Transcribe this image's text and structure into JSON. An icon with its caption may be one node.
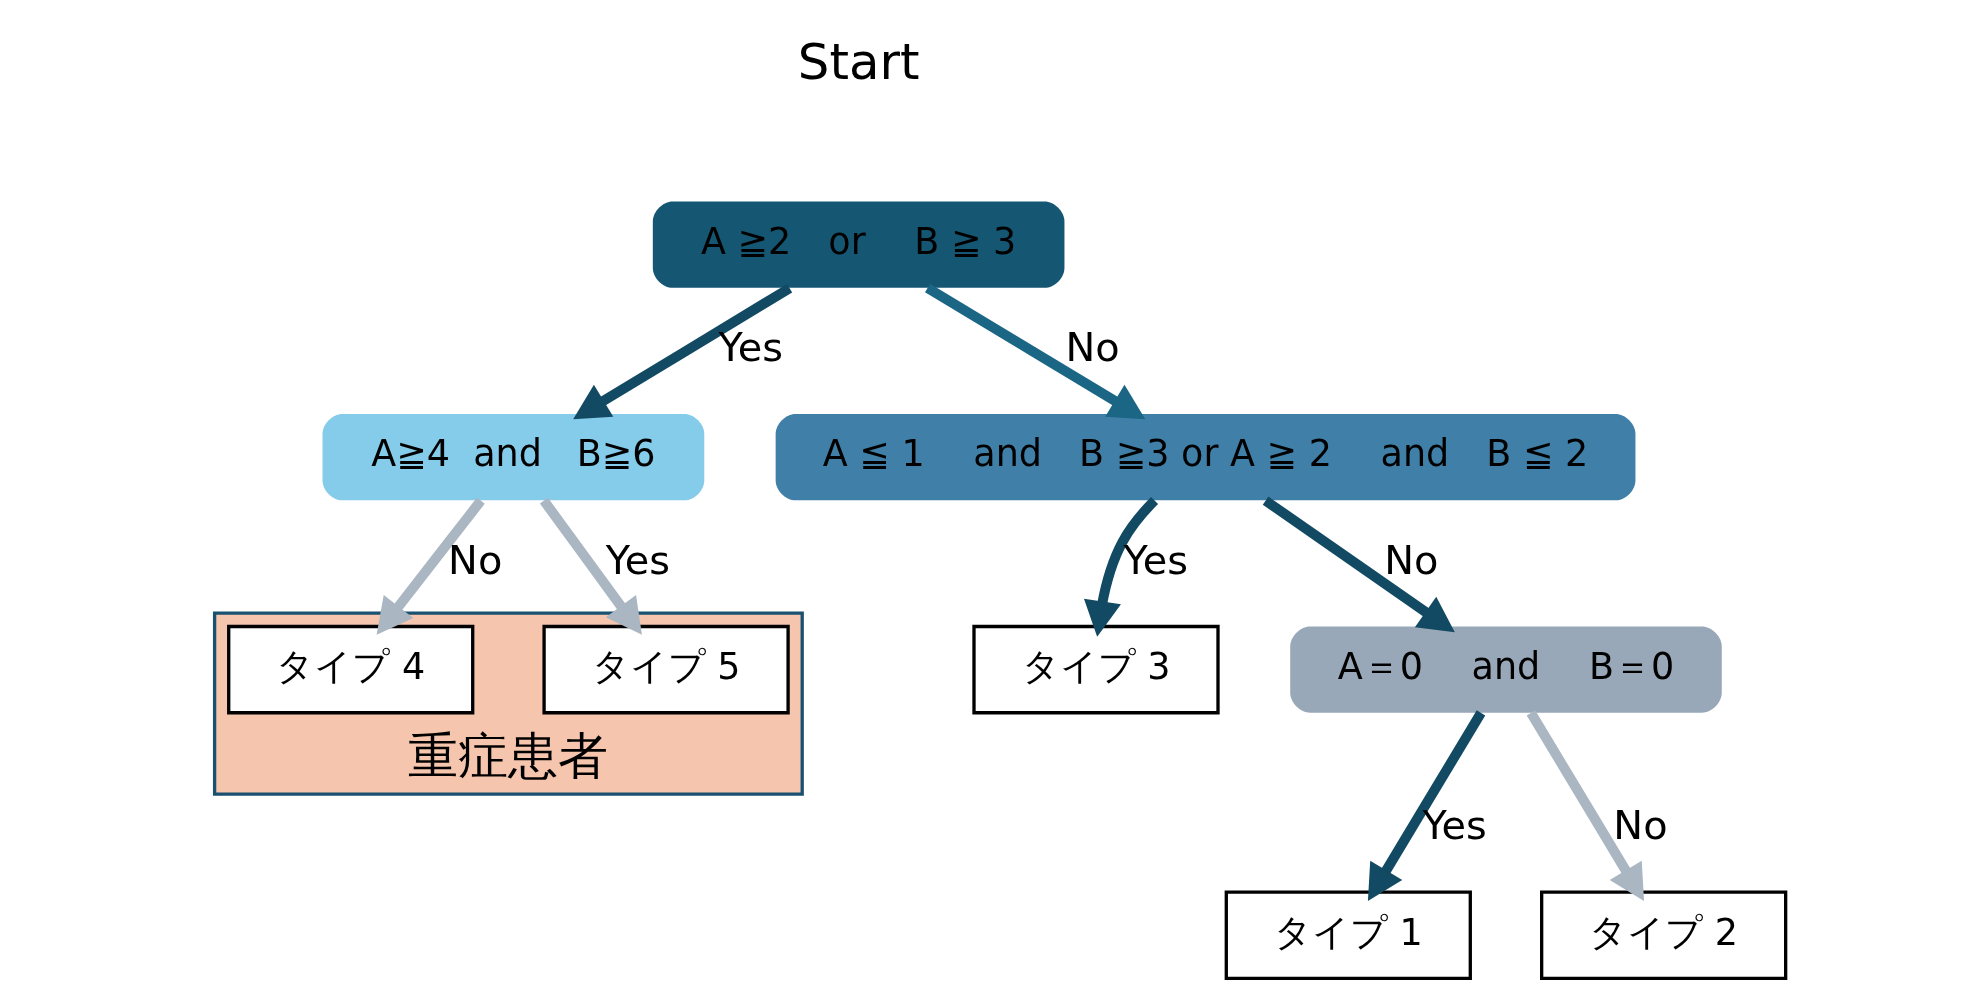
{
  "diagram": {
    "nodes": [
      {
        "text": [
          "A ≧2　or　 B ≧ 3"
        ]
      },
      {
        "text": [
          "A≧4  and   B≧6"
        ]
      },
      {
        "text": [
          "A ≦ 1　 and　B ≧3 or A ≧ 2　 and　B ≦ 2"
        ]
      },
      {
        "text": [
          "重症患者"
        ]
      },
      {
        "text": [
          "タイプ 4"
        ],
        "in": 3
      },
      {
        "text": [
          "タイプ 5"
        ],
        "in": 3
      },
      {
        "text": [
          "タイプ 3"
        ]
      },
      {
        "text": [
          "A＝0　 and　 B＝0"
        ]
      },
      {
        "text": [
          "タイプ 1"
        ]
      },
      {
        "text": [
          "タイプ 2"
        ]
      }
    ],
    "edges": [
      {
        "from": 0,
        "to": 1,
        "arrow": "to",
        "label": "Yes"
      },
      {
        "from": 0,
        "to": 2,
        "arrow": "to",
        "label": "No",
        "color": "#1b6585"
      },
      {
        "from": 1,
        "to": 4,
        "arrow": "to",
        "label": "No",
        "color": "#aab6c2"
      },
      {
        "from": 1,
        "to": 5,
        "arrow": "to",
        "label": "Yes",
        "color": "#aab6c2"
      },
      {
        "from": 2,
        "to": 6,
        "arrow": "to",
        "label": "Yes"
      },
      {
        "from": 2,
        "to": 7,
        "arrow": "to",
        "label": "No"
      },
      {
        "from": 7,
        "to": 8,
        "arrow": "to",
        "label": "Yes"
      },
      {
        "from": 7,
        "to": 9,
        "arrow": "to",
        "label": "No",
        "color": "#aab6c2"
      }
    ],
    "labels": [
      "Start"
    ]
  }
}
